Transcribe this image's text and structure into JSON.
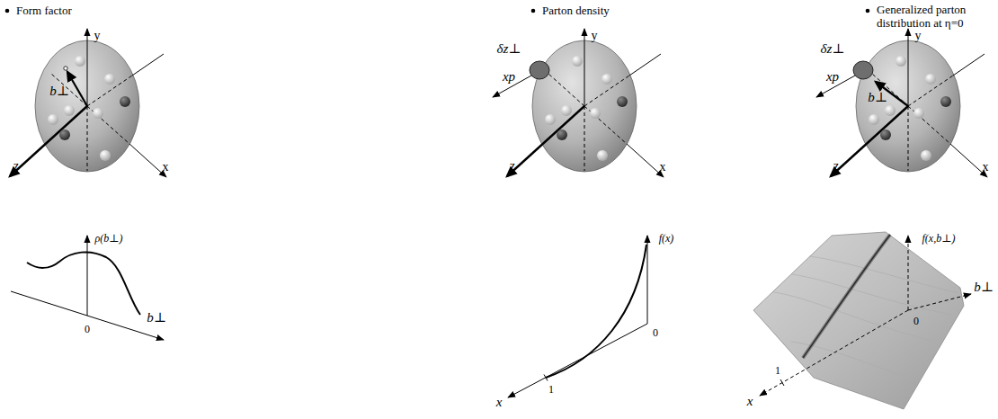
{
  "diagram": {
    "labels": [
      "Form factor",
      "y",
      "b⊥",
      "z",
      "x",
      "ρ(b⊥)",
      "0",
      "b⊥",
      "Parton density",
      "δz⊥",
      "y",
      "xp",
      "z",
      "x",
      "f(x)",
      "0",
      "x",
      "1",
      "Generalized parton distribution at η=0",
      "δz⊥",
      "y",
      "xp",
      "b⊥",
      "z",
      "x",
      "f(x,b⊥)",
      "0",
      "b⊥",
      "x",
      "1"
    ]
  }
}
